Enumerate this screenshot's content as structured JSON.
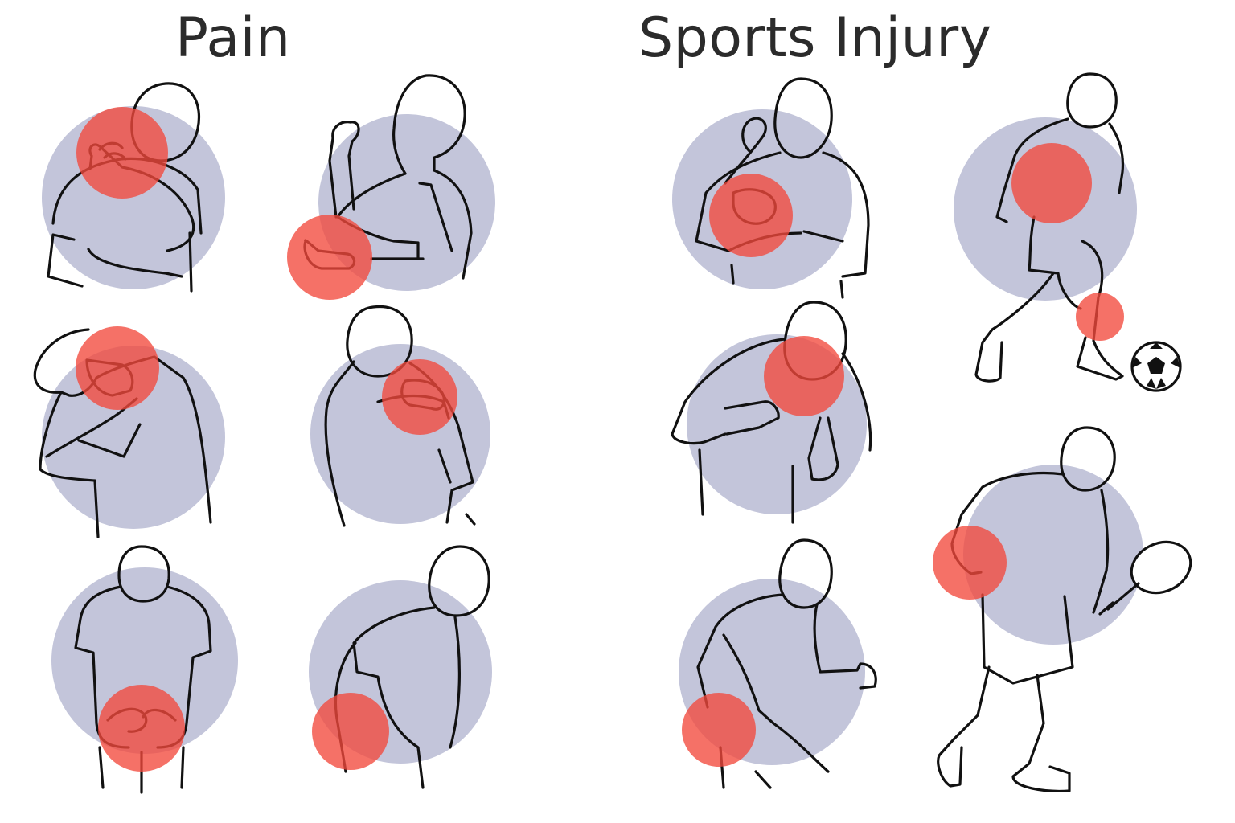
{
  "sections": {
    "pain": {
      "title": "Pain"
    },
    "sports": {
      "title": "Sports Injury"
    }
  },
  "colors": {
    "background": "#ffffff",
    "backdrop_circle": "#c3c5da",
    "pain_highlight": "#f2493c",
    "outline": "#111111",
    "title_text": "#2b2b2b"
  },
  "icons": [
    "neck-pain-figure",
    "elbow-pain-figure",
    "head-hold-figure",
    "shoulder-pain-figure",
    "lower-back-pain-figure",
    "hip-pain-figure",
    "chest-pain-figure",
    "football-player-figure",
    "soccer-ball-icon",
    "face-hold-figure",
    "runner-hamstring-figure",
    "tennis-player-figure",
    "tennis-racket-icon"
  ]
}
